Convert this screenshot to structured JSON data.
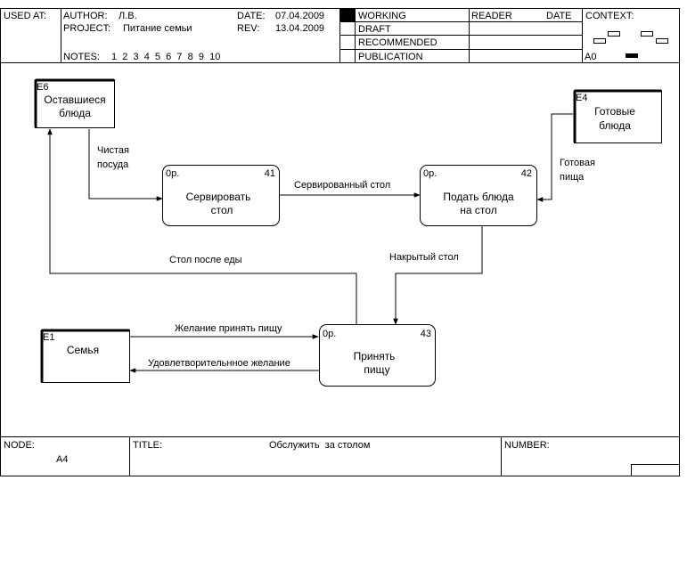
{
  "header": {
    "used_at": "USED AT:",
    "author_label": "AUTHOR:",
    "author": "Л.В.",
    "project_label": "PROJECT:",
    "project": "Питание семьи",
    "date_label": "DATE:",
    "date": "07.04.2009",
    "rev_label": "REV:",
    "rev": "13.04.2009",
    "notes_label": "NOTES:",
    "notes_numbers": "1  2  3  4  5  6  7  8  9  10",
    "status": [
      "WORKING",
      "DRAFT",
      "RECOMMENDED",
      "PUBLICATION"
    ],
    "reader": "READER",
    "reader_date": "DATE",
    "context": "CONTEXT:",
    "context_node": "A0"
  },
  "externals": {
    "e6": {
      "id": "E6",
      "line1": "Оставшиеся",
      "line2": "блюда"
    },
    "e4": {
      "id": "E4",
      "line1": "Готовые",
      "line2": "блюда"
    },
    "e1": {
      "id": "E1",
      "line1": "Семья"
    }
  },
  "processes": {
    "p41": {
      "cost": "0р.",
      "num": "41",
      "line1": "Сервировать",
      "line2": "стол"
    },
    "p42": {
      "cost": "0р.",
      "num": "42",
      "line1": "Подать блюда",
      "line2": "на стол"
    },
    "p43": {
      "cost": "0р.",
      "num": "43",
      "line1": "Принять",
      "line2": "пищу"
    }
  },
  "arrows": {
    "clean_dishes_1": "Чистая",
    "clean_dishes_2": "посуда",
    "served_table": "Сервированный стол",
    "ready_food_1": "Готовая",
    "ready_food_2": "пища",
    "set_table": "Накрытый стол",
    "table_after": "Стол после еды",
    "desire": "Желание принять пищу",
    "satisfied": "Удовлетворительнное желание"
  },
  "footer": {
    "node_label": "NODE:",
    "node": "A4",
    "title_label": "TITLE:",
    "title": "Обслужить  за столом",
    "number_label": "NUMBER:"
  }
}
